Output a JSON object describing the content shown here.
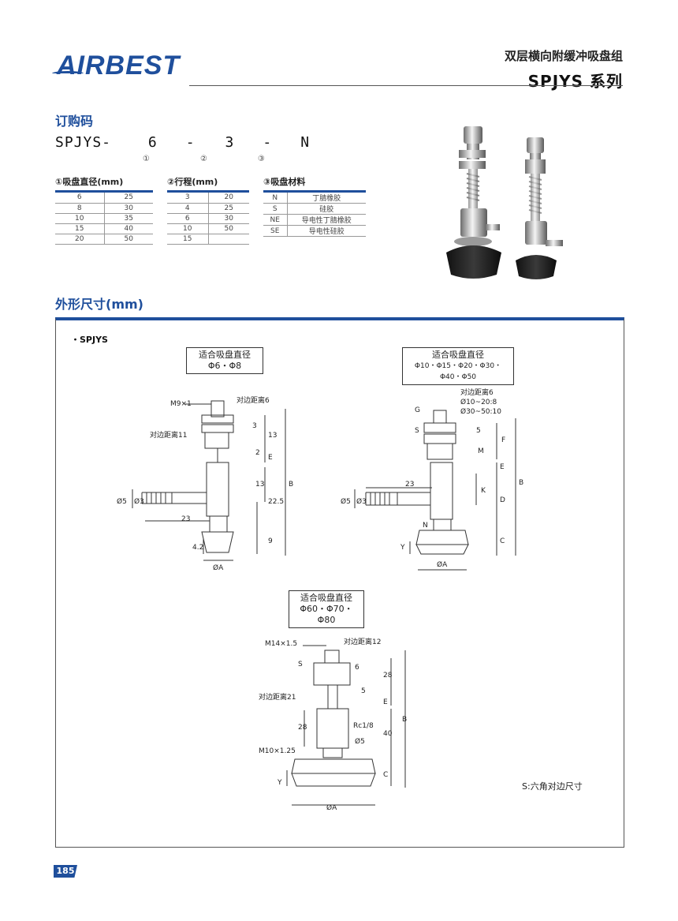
{
  "brand": {
    "name": "AIRBEST"
  },
  "header": {
    "title_cn": "双层横向附缓冲吸盘组",
    "series": "SPJYS 系列"
  },
  "order": {
    "title": "订购码",
    "parts": [
      "SPJYS-",
      "6",
      "-",
      "3",
      "-",
      "N"
    ],
    "markers": [
      "①",
      "②",
      "③"
    ]
  },
  "tables": [
    {
      "header": "①吸盘直径(mm)",
      "rows": [
        [
          "6",
          "25"
        ],
        [
          "8",
          "30"
        ],
        [
          "10",
          "35"
        ],
        [
          "15",
          "40"
        ],
        [
          "20",
          "50"
        ]
      ]
    },
    {
      "header": "②行程(mm)",
      "rows": [
        [
          "3",
          "20"
        ],
        [
          "4",
          "25"
        ],
        [
          "6",
          "30"
        ],
        [
          "10",
          "50"
        ],
        [
          "15",
          ""
        ]
      ]
    },
    {
      "header": "③吸盘材料",
      "rows": [
        [
          "N",
          "丁腈橡胶"
        ],
        [
          "S",
          "硅胶"
        ],
        [
          "NE",
          "导电性丁腈橡胶"
        ],
        [
          "SE",
          "导电性硅胶"
        ]
      ]
    }
  ],
  "dimensions": {
    "title": "外形尺寸(mm)",
    "model_label": "・SPJYS",
    "fit_boxes": [
      {
        "title": "适合吸盘直径",
        "sizes": "Φ6・Φ8"
      },
      {
        "title": "适合吸盘直径",
        "sizes": "Φ10・Φ15・Φ20・Φ30・Φ40・Φ50"
      },
      {
        "title": "适合吸盘直径",
        "sizes": "Φ60・Φ70・Φ80"
      }
    ],
    "drawing1": {
      "thread": "M9×1",
      "hex_top": "对边距离6",
      "hex_mid": "对边距离11",
      "d3": "3",
      "d13a": "13",
      "d2": "2",
      "E": "E",
      "B": "B",
      "d13b": "13",
      "d22": "22.5",
      "phi5": "Ø5",
      "phi3": "Ø3",
      "d23": "23",
      "d9": "9",
      "d42": "4.2",
      "phiA": "ØA"
    },
    "drawing2": {
      "hex": "对边距离6",
      "spec1": "Ø10~20:8",
      "spec2": "Ø30~50:10",
      "G": "G",
      "S": "S",
      "d5": "5",
      "F": "F",
      "M": "M",
      "E": "E",
      "B": "B",
      "K": "K",
      "D": "D",
      "d23": "23",
      "phi5": "Ø5",
      "phi3": "Ø3",
      "N": "N",
      "Y": "Y",
      "C": "C",
      "phiA": "ØA"
    },
    "drawing3": {
      "thread": "M14×1.5",
      "hex_top": "对边距离12",
      "S": "S",
      "d6": "6",
      "d28a": "28",
      "d5": "5",
      "hex_mid": "对边距离21",
      "E": "E",
      "d28b": "28",
      "rc": "Rc1/8",
      "phi5": "Ø5",
      "d40": "40",
      "B": "B",
      "thread2": "M10×1.25",
      "Y": "Y",
      "C": "C",
      "phiA": "ØA"
    },
    "note": "S:六角对边尺寸"
  },
  "page_number": "185",
  "colors": {
    "brand_blue": "#1f4f9c"
  }
}
